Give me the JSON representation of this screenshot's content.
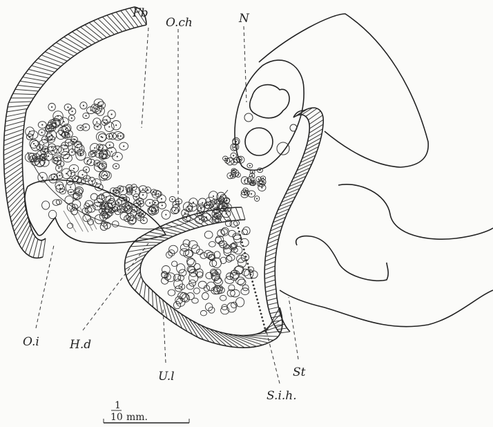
{
  "labels": {
    "fb": "Fb",
    "och": "O.ch",
    "n": "N",
    "oi": "O.i",
    "hd": "H.d",
    "ul": "U.l",
    "sih": "S.i.h.",
    "st": "St"
  },
  "scale": {
    "numerator": "1",
    "denominator": "10",
    "unit": "mm."
  }
}
